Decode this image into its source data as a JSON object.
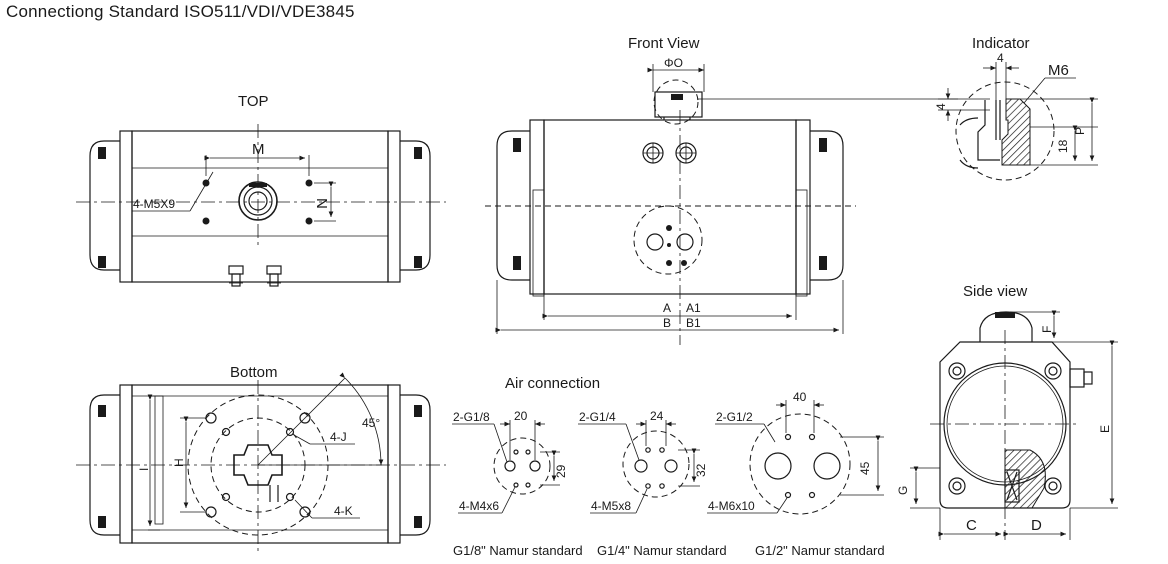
{
  "title": "Connectiong Standard ISO511/VDI/VDE3845",
  "views": {
    "top": "TOP",
    "front": "Front View",
    "indicator": "Indicator",
    "side": "Side view",
    "bottom": "Bottom",
    "air": "Air connection"
  },
  "top_labels": {
    "m": "M",
    "n": "N",
    "bolt": "4-M5X9"
  },
  "front_labels": {
    "phi_o": "ΦO",
    "a": "A",
    "a1": "A1",
    "b": "B",
    "b1": "B1"
  },
  "indicator_labels": {
    "four_top": "4",
    "four_side": "4",
    "m6": "M6",
    "eighteen": "18",
    "p": "P"
  },
  "side_labels": {
    "f": "F",
    "e": "E",
    "g": "G",
    "c": "C",
    "d": "D"
  },
  "bottom_labels": {
    "i": "I",
    "h": "H",
    "j": "4-J",
    "k": "4-K",
    "angle": "45°"
  },
  "air_connections": [
    {
      "port": "2-G1/8",
      "spacing": "20",
      "height": "29",
      "thread": "4-M4x6",
      "caption": "G1/8\" Namur standard"
    },
    {
      "port": "2-G1/4",
      "spacing": "24",
      "height": "32",
      "thread": "4-M5x8",
      "caption": "G1/4\" Namur standard"
    },
    {
      "port": "2-G1/2",
      "spacing": "40",
      "height": "45",
      "thread": "4-M6x10",
      "caption": "G1/2\" Namur standard"
    }
  ]
}
